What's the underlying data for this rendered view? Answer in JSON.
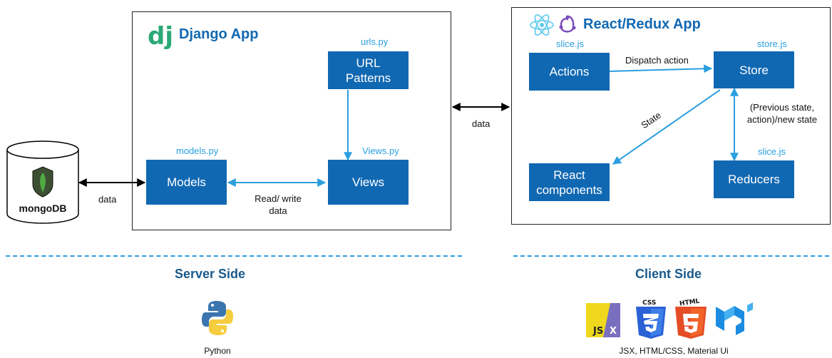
{
  "django": {
    "title": "Django App",
    "logo_text": "dj",
    "urls_file": "urls.py",
    "url_patterns": "URL\nPatterns",
    "models_file": "models.py",
    "models": "Models",
    "views_file": "Views.py",
    "views": "Views",
    "read_write": "Read/ write\ndata"
  },
  "db": {
    "name": "mongoDB",
    "data_label": "data"
  },
  "middle": {
    "data_label": "data"
  },
  "react": {
    "title": "React/Redux App",
    "actions_file": "slice.js",
    "actions": "Actions",
    "dispatch": "Dispatch action",
    "store_file": "store.js",
    "store": "Store",
    "state_label": "State",
    "prev_state": "(Previous state,\naction)/new state",
    "reducers_file": "slice.js",
    "reducers": "Reducers",
    "components": "React\ncomponents"
  },
  "server": {
    "title": "Server Side",
    "tech": "Python"
  },
  "client": {
    "title": "Client Side",
    "tech": "JSX, HTML/CSS, Material Ui",
    "jsx_badge": "JSX",
    "css_badge": "CSS",
    "html_badge": "HTML"
  },
  "colors": {
    "box": "#1168b2",
    "accent": "#2a9fe0",
    "title": "#1168b2"
  }
}
